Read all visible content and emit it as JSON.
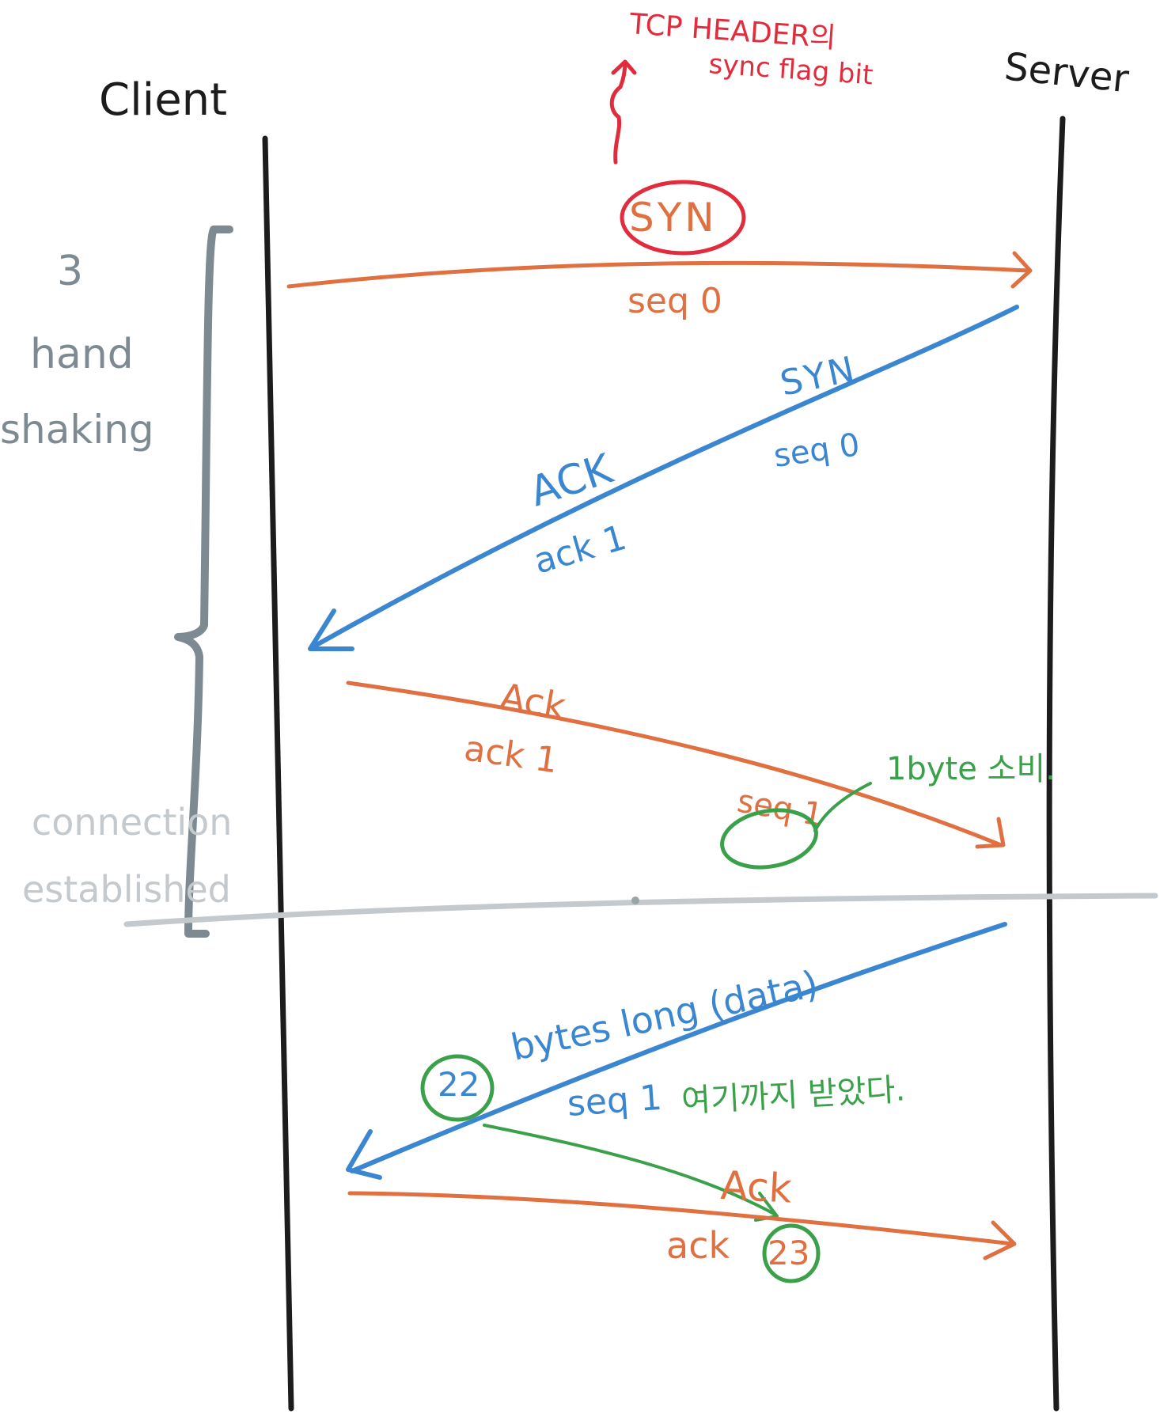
{
  "participants": {
    "client": "Client",
    "server": "Server"
  },
  "annotations": {
    "syn_note_line1": "TCP HEADER의",
    "syn_note_line2": "sync flag bit",
    "handshake_label": [
      "3",
      "hand",
      "shaking"
    ],
    "connection_label": [
      "connection",
      "established"
    ],
    "byte_note": "1byte 소비.",
    "received_note": "여기까지 받았다."
  },
  "messages": {
    "syn": {
      "label": "SYN",
      "seq": "seq 0"
    },
    "syn_ack": {
      "syn_label": "SYN",
      "seq": "seq 0",
      "ack_label": "ACK",
      "ack": "ack 1"
    },
    "ack": {
      "label": "Ack",
      "ack": "ack 1",
      "seq": "seq 1"
    },
    "data": {
      "label": "bytes long (data)",
      "bytes": "22",
      "seq": "seq 1"
    },
    "data_ack": {
      "label": "Ack",
      "ack": "ack",
      "ack_num": "23"
    }
  },
  "colors": {
    "lifeline": "#1c1c1c",
    "client_msg": "#e07040",
    "server_msg": "#3a86d0",
    "note_red": "#e02c3c",
    "note_green": "#3aa14a",
    "bracket": "#7d8a92",
    "divider": "#c3c9cd"
  }
}
